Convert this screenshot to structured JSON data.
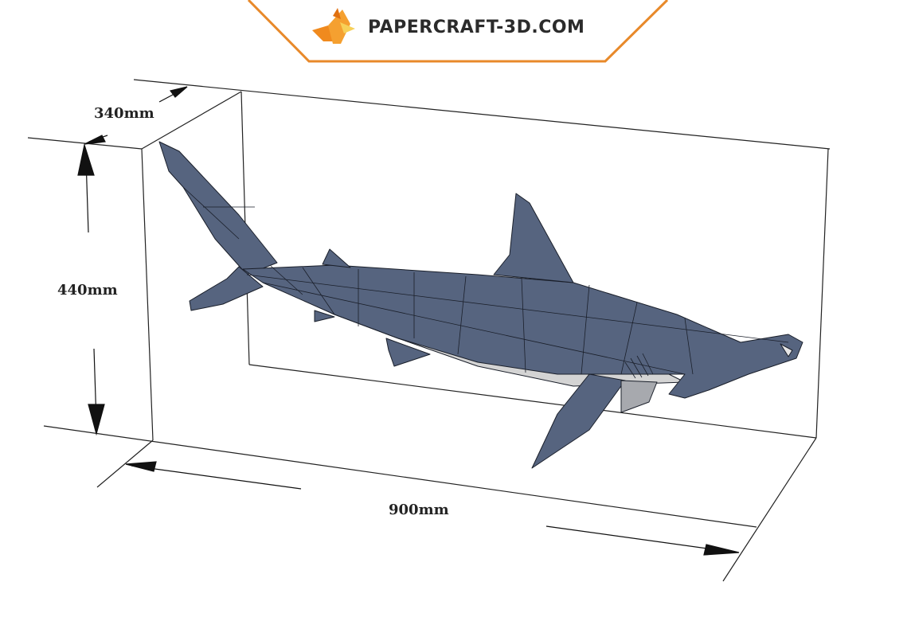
{
  "logo": {
    "text": "PAPERCRAFT-3D.COM",
    "icon": "origami-fox-icon",
    "accent": "#e8892a"
  },
  "dimensions": {
    "depth": "340mm",
    "height": "440mm",
    "length": "900mm"
  },
  "colors": {
    "shark_body": "#56647f",
    "shark_belly": "#d4d4d4",
    "frame": "#e8892a"
  }
}
